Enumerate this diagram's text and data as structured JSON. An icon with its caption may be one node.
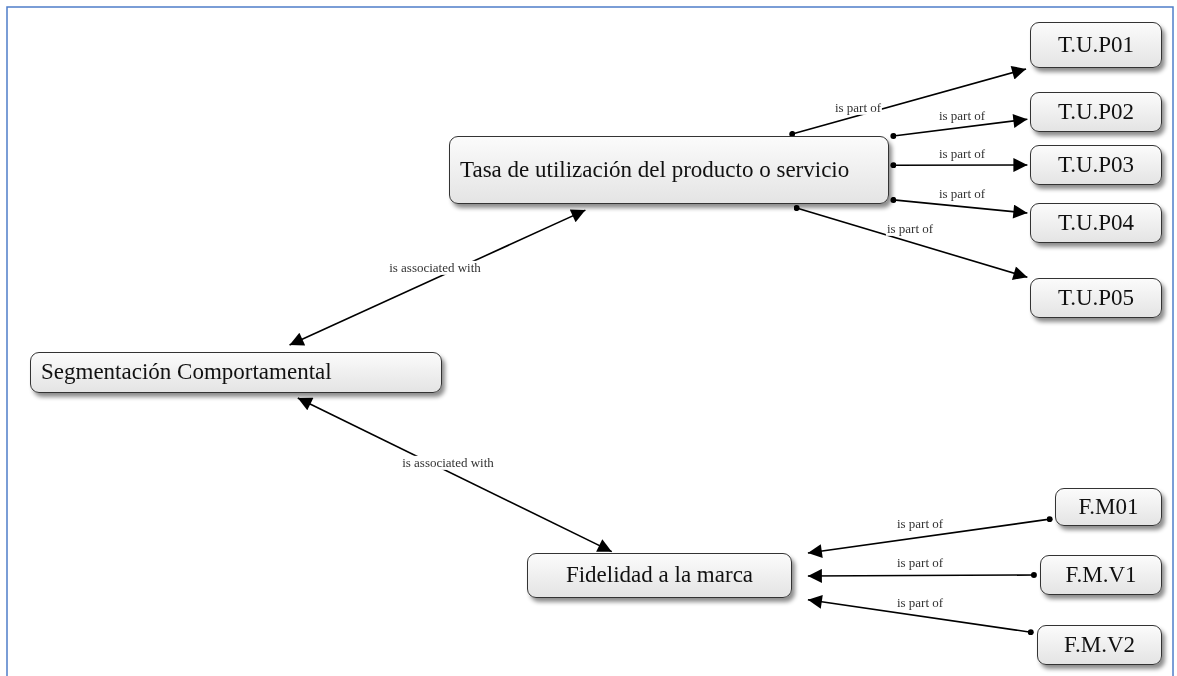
{
  "diagram": {
    "nodes": [
      {
        "text": [
          "Tasa de utilización del producto o servicio"
        ]
      },
      {
        "text": [
          "T.U.P01"
        ]
      },
      {
        "text": [
          "T.U.P02"
        ]
      },
      {
        "text": [
          "T.U.P03"
        ]
      },
      {
        "text": [
          "T.U.P04"
        ]
      },
      {
        "text": [
          "T.U.P05"
        ]
      },
      {
        "text": [
          "Segmentación Comportamental"
        ]
      },
      {
        "text": [
          "Fidelidad a la marca"
        ]
      },
      {
        "text": [
          "F.M01"
        ]
      },
      {
        "text": [
          "F.M.V1"
        ]
      },
      {
        "text": [
          "F.M.V2"
        ]
      }
    ],
    "edges": [
      {
        "from": 0,
        "to": 1,
        "arrow": "to",
        "label": "is part of"
      },
      {
        "from": 0,
        "to": 2,
        "arrow": "to",
        "label": "is part of"
      },
      {
        "from": 0,
        "to": 3,
        "arrow": "to",
        "label": "is part of"
      },
      {
        "from": 0,
        "to": 4,
        "arrow": "to",
        "label": "is part of"
      },
      {
        "from": 0,
        "to": 5,
        "arrow": "to",
        "label": "is part of"
      },
      {
        "from": 6,
        "to": 0,
        "arrow": "both",
        "label": "is associated with"
      },
      {
        "from": 6,
        "to": 7,
        "arrow": "both",
        "label": "is associated with"
      },
      {
        "from": 8,
        "to": 7,
        "arrow": "to",
        "label": "is part of"
      },
      {
        "from": 9,
        "to": 7,
        "arrow": "to",
        "label": "is part of"
      },
      {
        "from": 10,
        "to": 7,
        "arrow": "to",
        "label": "is part of"
      }
    ]
  }
}
